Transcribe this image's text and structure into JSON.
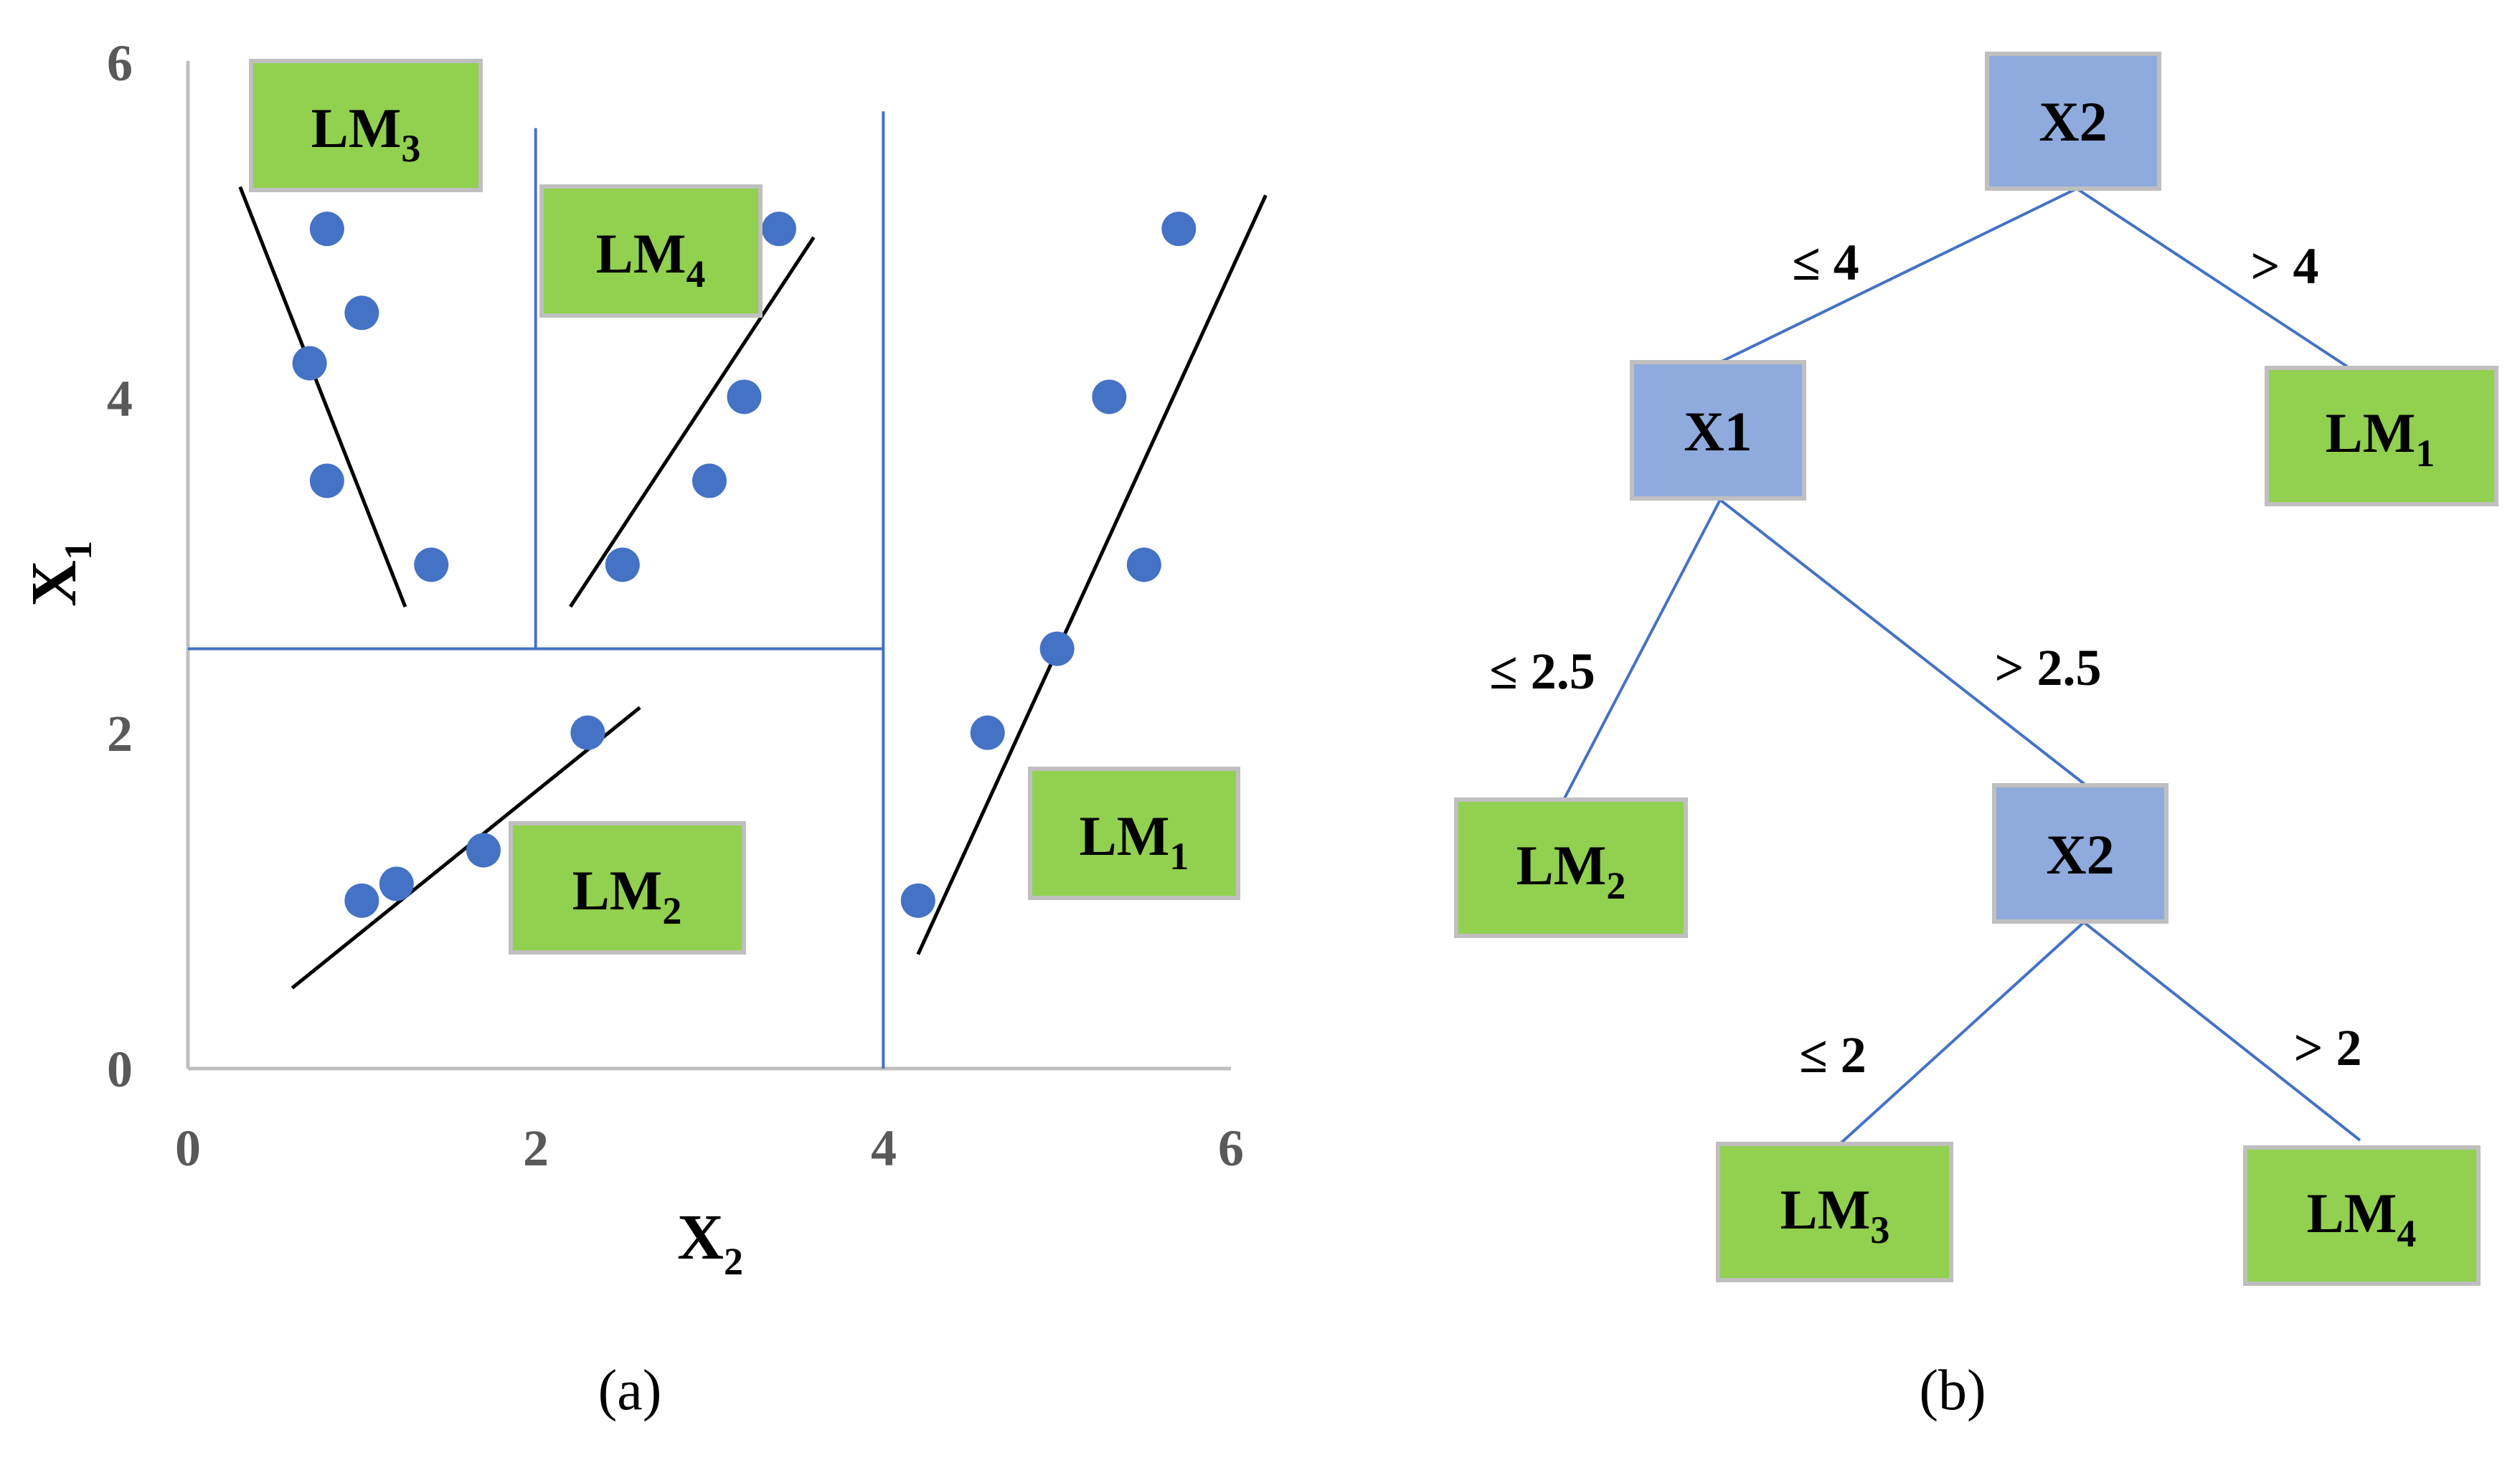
{
  "colors": {
    "point": "#4472C4",
    "split_line": "#4472C4",
    "fit_line": "#000000",
    "axis": "#BFBFBF",
    "leaf_fill": "#92D050",
    "split_fill": "#8FAADC",
    "box_border": "#BFBFBF"
  },
  "panel_a": {
    "label": "(a)",
    "y_axis": {
      "base": "X",
      "sub": "1"
    },
    "x_axis": {
      "base": "X",
      "sub": "2"
    },
    "x_ticks": [
      "0",
      "2",
      "4",
      "6"
    ],
    "y_ticks": [
      "0",
      "2",
      "4",
      "6"
    ],
    "region_labels": [
      {
        "base": "LM",
        "sub": "3"
      },
      {
        "base": "LM",
        "sub": "4"
      },
      {
        "base": "LM",
        "sub": "2"
      },
      {
        "base": "LM",
        "sub": "1"
      }
    ]
  },
  "panel_b": {
    "label": "(b)",
    "nodes": {
      "root": {
        "text": "X2"
      },
      "left": {
        "text": "X1"
      },
      "right_leaf": {
        "base": "LM",
        "sub": "1"
      },
      "ll_leaf": {
        "base": "LM",
        "sub": "2"
      },
      "lr": {
        "text": "X2"
      },
      "lrl_leaf": {
        "base": "LM",
        "sub": "3"
      },
      "lrr_leaf": {
        "base": "LM",
        "sub": "4"
      }
    },
    "edges": {
      "root_left": "≤ 4",
      "root_right": "> 4",
      "left_left": "≤ 2.5",
      "left_right": "> 2.5",
      "lr_left": "≤ 2",
      "lr_right": "> 2"
    }
  },
  "chart_data": {
    "type": "scatter",
    "xlabel": "X2",
    "ylabel": "X1",
    "xlim": [
      0,
      6
    ],
    "ylim": [
      0,
      6
    ],
    "x_ticks": [
      0,
      2,
      4,
      6
    ],
    "y_ticks": [
      0,
      2,
      4,
      6
    ],
    "grid": false,
    "points": [
      {
        "x": 0.8,
        "y": 5.0
      },
      {
        "x": 1.0,
        "y": 4.5
      },
      {
        "x": 0.7,
        "y": 4.2
      },
      {
        "x": 0.8,
        "y": 3.5
      },
      {
        "x": 1.4,
        "y": 3.0
      },
      {
        "x": 3.4,
        "y": 5.0
      },
      {
        "x": 3.2,
        "y": 4.0
      },
      {
        "x": 3.0,
        "y": 3.5
      },
      {
        "x": 2.5,
        "y": 3.0
      },
      {
        "x": 1.0,
        "y": 1.0
      },
      {
        "x": 1.2,
        "y": 1.1
      },
      {
        "x": 1.7,
        "y": 1.3
      },
      {
        "x": 2.3,
        "y": 2.0
      },
      {
        "x": 4.2,
        "y": 1.0
      },
      {
        "x": 4.6,
        "y": 2.0
      },
      {
        "x": 5.0,
        "y": 2.5
      },
      {
        "x": 5.3,
        "y": 4.0
      },
      {
        "x": 5.5,
        "y": 3.0
      },
      {
        "x": 5.7,
        "y": 5.0
      }
    ],
    "split_lines": [
      {
        "x1": 0,
        "y1": 2.5,
        "x2": 4,
        "y2": 2.5
      },
      {
        "x1": 2,
        "y1": 2.5,
        "x2": 2,
        "y2": 5.6
      },
      {
        "x1": 4,
        "y1": 0,
        "x2": 4,
        "y2": 5.7
      }
    ],
    "fit_lines": [
      {
        "x1": 0.3,
        "y1": 5.25,
        "x2": 1.25,
        "y2": 2.75
      },
      {
        "x1": 2.2,
        "y1": 2.75,
        "x2": 3.6,
        "y2": 4.95
      },
      {
        "x1": 0.6,
        "y1": 0.48,
        "x2": 2.6,
        "y2": 2.15
      },
      {
        "x1": 4.2,
        "y1": 0.68,
        "x2": 6.2,
        "y2": 5.2
      }
    ]
  }
}
